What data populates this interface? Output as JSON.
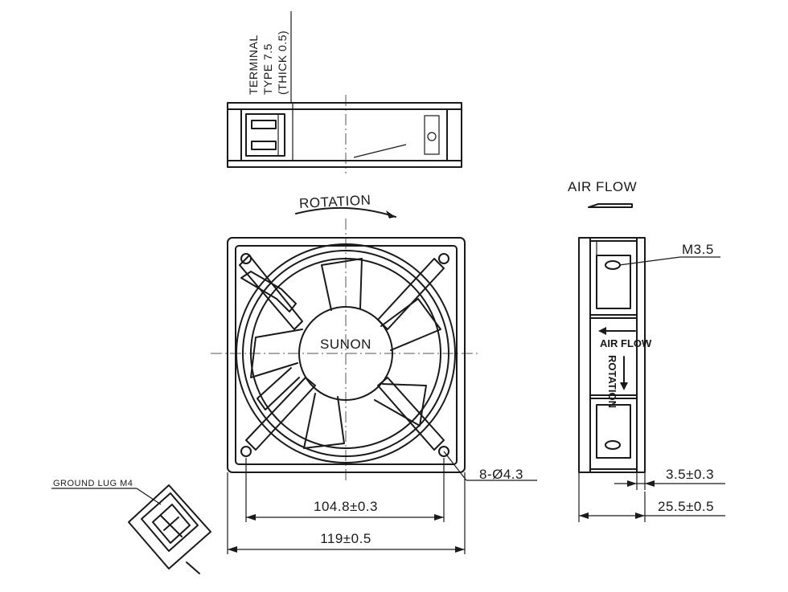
{
  "terminal": {
    "line1": "TERMINAL",
    "line2": "TYPE 7.5",
    "line3": "(THICK 0.5)"
  },
  "rotation_label": "ROTATION",
  "air_flow_label": "AIR FLOW",
  "brand": "SUNON",
  "screw_label": "M3.5",
  "side_label_airflow": "AIR FLOW",
  "side_label_rotation": "ROTATION",
  "mount_holes_label": "8-Ø4.3",
  "hole_spacing_label": "104.8±0.3",
  "overall_width_label": "119±0.5",
  "flange_label": "3.5±0.3",
  "depth_label": "25.5±0.5",
  "ground_lug_label": "GROUND LUG M4"
}
